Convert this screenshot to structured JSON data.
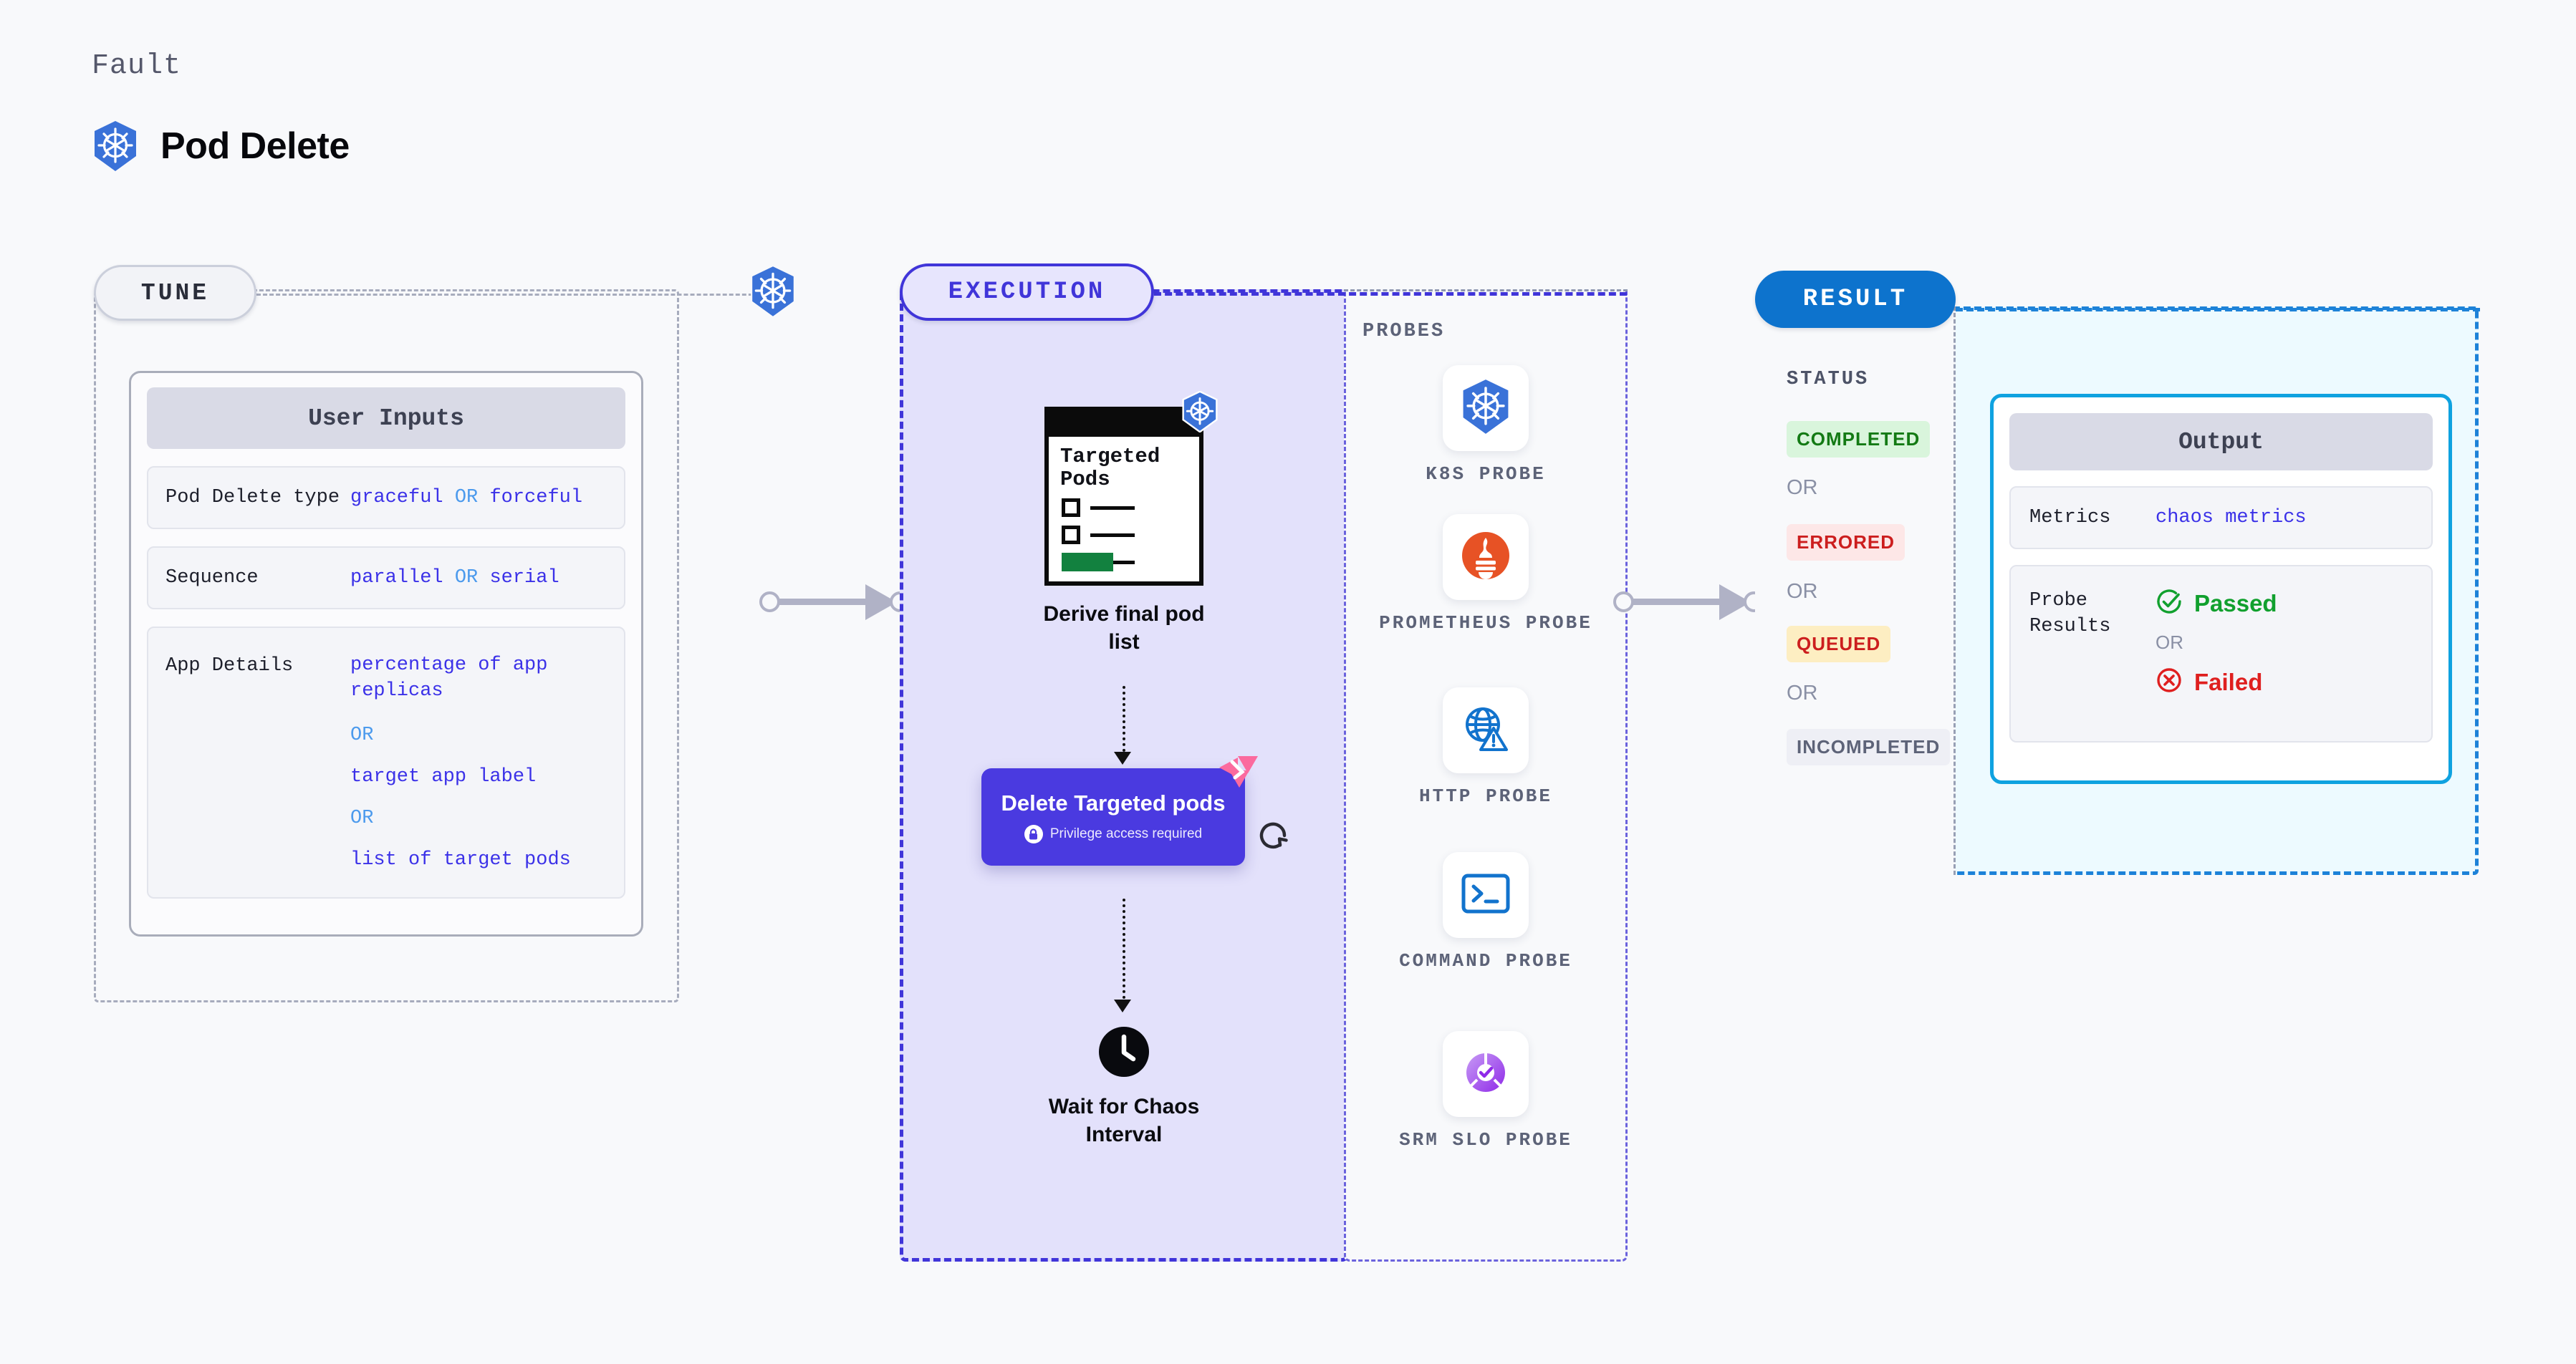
{
  "header": {
    "kicker": "Fault",
    "title": "Pod Delete",
    "logo_icon": "kubernetes-icon"
  },
  "tune": {
    "chip_label": "TUNE",
    "badge_icon": "kubernetes-icon",
    "card": {
      "title": "User Inputs",
      "rows": [
        {
          "key": "Pod Delete type",
          "parts": [
            {
              "text": "graceful",
              "kind": "value"
            },
            {
              "text": "OR",
              "kind": "or"
            },
            {
              "text": "forceful",
              "kind": "value"
            }
          ]
        },
        {
          "key": "Sequence",
          "parts": [
            {
              "text": "parallel",
              "kind": "value"
            },
            {
              "text": "OR",
              "kind": "or"
            },
            {
              "text": "serial",
              "kind": "value"
            }
          ]
        },
        {
          "key": "App Details",
          "lines": [
            {
              "text": "percentage of app replicas",
              "kind": "value"
            },
            {
              "text": "OR",
              "kind": "or"
            },
            {
              "text": "target app label",
              "kind": "value"
            },
            {
              "text": "OR",
              "kind": "or"
            },
            {
              "text": "list of target pods",
              "kind": "value"
            }
          ]
        }
      ]
    }
  },
  "execution": {
    "chip_label": "EXECUTION",
    "nodes": [
      {
        "id": "derive",
        "icon": "document-checklist-icon",
        "doc_title": "Targeted Pods",
        "badge_icon": "kubernetes-icon",
        "caption": "Derive final pod list"
      },
      {
        "id": "delete",
        "title": "Delete Targeted pods",
        "privilege_note": "Privilege access required",
        "privilege_icon": "lock-icon",
        "corner_icon": "litmuschaos-icon",
        "side_icon": "retry-icon"
      },
      {
        "id": "wait",
        "icon": "clock-icon",
        "caption": "Wait for Chaos Interval"
      }
    ]
  },
  "probes": {
    "section_label": "PROBES",
    "items": [
      {
        "label": "K8S PROBE",
        "icon": "kubernetes-icon"
      },
      {
        "label": "PROMETHEUS PROBE",
        "icon": "prometheus-icon"
      },
      {
        "label": "HTTP PROBE",
        "icon": "globe-warning-icon"
      },
      {
        "label": "COMMAND PROBE",
        "icon": "terminal-icon"
      },
      {
        "label": "SRM SLO PROBE",
        "icon": "slo-donut-check-icon"
      }
    ]
  },
  "result": {
    "chip_label": "RESULT",
    "status_label": "STATUS",
    "statuses": [
      {
        "text": "COMPLETED",
        "bg": "#d9f5dc",
        "fg": "#137a14"
      },
      {
        "text": "ERRORED",
        "bg": "#fde7e7",
        "fg": "#cc1e1e"
      },
      {
        "text": "QUEUED",
        "bg": "#fdeec2",
        "fg": "#cc1e1e"
      },
      {
        "text": "INCOMPLETED",
        "bg": "#eeeff5",
        "fg": "#5d6378"
      }
    ],
    "or_label": "OR",
    "output_card": {
      "title": "Output",
      "metrics_key": "Metrics",
      "metrics_value": "chaos metrics",
      "probe_results_key": "Probe Results",
      "passed_label": "Passed",
      "passed_icon": "check-circle-icon",
      "failed_label": "Failed",
      "failed_icon": "x-circle-icon",
      "or_label": "OR"
    }
  },
  "colors": {
    "k8s_blue": "#3a72d8",
    "exec_purple": "#4035d9",
    "result_blue": "#1d82d8",
    "output_cyan": "#0fa2e0",
    "node_purple": "#4a3ae0",
    "litmus_pink": "#fb6a9e",
    "value_indigo": "#3b31e8",
    "or_blue": "#4c9aed"
  }
}
